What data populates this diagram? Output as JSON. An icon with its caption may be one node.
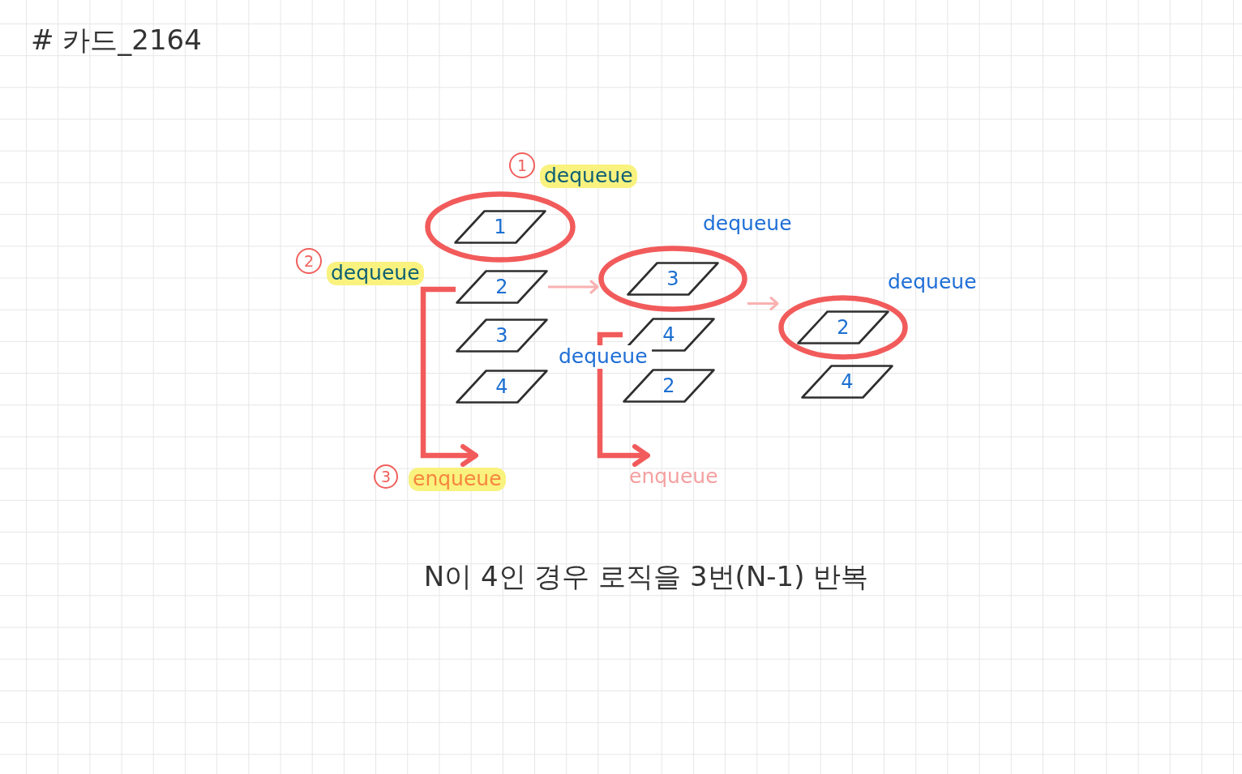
{
  "diagram": {
    "title": "# 카드_2164",
    "caption": "N이 4인 경우 로직을 3번(N-1) 반복",
    "nodes": [
      {
        "text": [],
        "shape": "ellipse",
        "beside": [
          "dequeue"
        ]
      },
      {
        "text": [
          "1"
        ],
        "in": 0
      },
      {
        "text": [
          "2"
        ],
        "beside": [
          "dequeue"
        ]
      },
      {
        "text": [
          "3"
        ]
      },
      {
        "text": [
          "4"
        ]
      },
      {
        "text": [],
        "shape": "ellipse",
        "beside": [
          "dequeue"
        ]
      },
      {
        "text": [
          "3"
        ],
        "in": 5
      },
      {
        "text": [
          "4"
        ],
        "beside": [
          "dequeue"
        ]
      },
      {
        "text": [
          "2"
        ]
      },
      {
        "text": [],
        "shape": "ellipse",
        "beside": [
          "dequeue"
        ]
      },
      {
        "text": [
          "2"
        ],
        "in": 9
      },
      {
        "text": [
          "4"
        ]
      }
    ],
    "edges": [
      {
        "from": 2,
        "to": null,
        "arrow": "to",
        "label": "enqueue",
        "style": "thick"
      },
      {
        "from": 2,
        "to": 5,
        "arrow": "to",
        "color": "#f9b1b1"
      },
      {
        "from": 7,
        "to": null,
        "arrow": "to",
        "label": "enqueue",
        "style": "thick"
      },
      {
        "from": 5,
        "to": 9,
        "arrow": "to",
        "color": "#f9b1b1"
      }
    ],
    "labels": [
      "1",
      "2",
      "3"
    ]
  }
}
